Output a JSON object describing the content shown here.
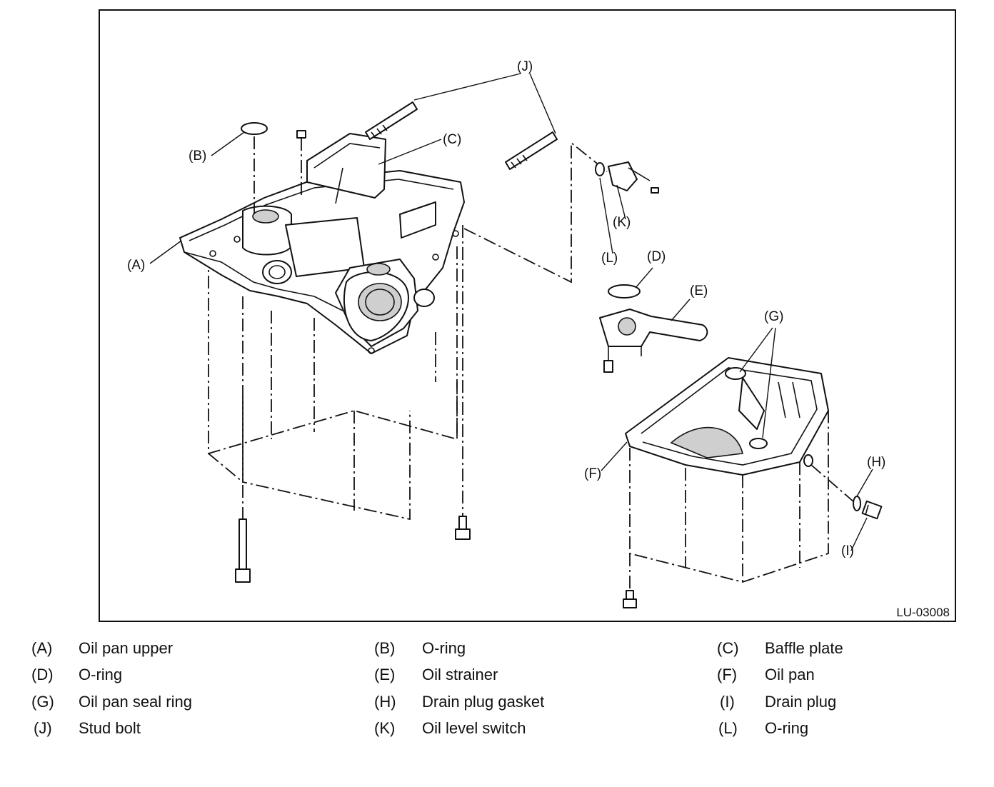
{
  "figure": {
    "id": "LU-03008",
    "callouts": [
      "(A)",
      "(B)",
      "(C)",
      "(D)",
      "(E)",
      "(F)",
      "(G)",
      "(H)",
      "(I)",
      "(J)",
      "(K)",
      "(L)"
    ]
  },
  "legend": [
    [
      {
        "code": "(A)",
        "name": "Oil pan upper"
      },
      {
        "code": "(B)",
        "name": "O-ring"
      },
      {
        "code": "(C)",
        "name": "Baffle plate"
      }
    ],
    [
      {
        "code": "(D)",
        "name": "O-ring"
      },
      {
        "code": "(E)",
        "name": "Oil strainer"
      },
      {
        "code": "(F)",
        "name": "Oil pan"
      }
    ],
    [
      {
        "code": "(G)",
        "name": "Oil pan seal ring"
      },
      {
        "code": "(H)",
        "name": "Drain plug gasket"
      },
      {
        "code": "(I)",
        "name": "Drain plug"
      }
    ],
    [
      {
        "code": "(J)",
        "name": "Stud bolt"
      },
      {
        "code": "(K)",
        "name": "Oil level switch"
      },
      {
        "code": "(L)",
        "name": "O-ring"
      }
    ]
  ]
}
